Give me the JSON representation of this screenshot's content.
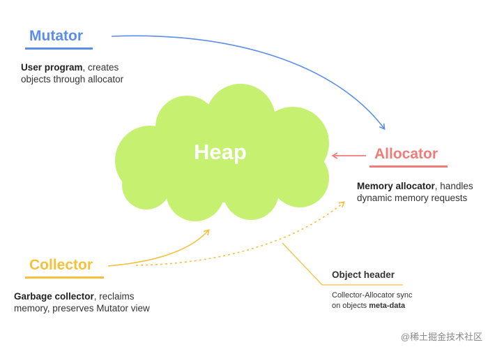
{
  "mutator": {
    "title": "Mutator",
    "desc_bold": "User program",
    "desc_rest1": ", creates",
    "desc_line2": "objects through allocator",
    "color": "#5B8EE6"
  },
  "heap": {
    "label": "Heap",
    "color": "#C6F06F"
  },
  "allocator": {
    "title": "Allocator",
    "desc_bold": "Memory allocator",
    "desc_rest1": ", handles",
    "desc_line2": "dynamic memory requests",
    "color": "#EE7D79"
  },
  "collector": {
    "title": "Collector",
    "desc_bold": "Garbage collector",
    "desc_rest1": ", reclaims",
    "desc_line2": "memory, preserves Mutator view",
    "color": "#F3C13A"
  },
  "object_header": {
    "title": "Object header",
    "line1": "Collector-Allocator sync",
    "line2_pre": "on objects ",
    "line2_bold": "meta-data"
  },
  "watermark": "@稀土掘金技术社区"
}
